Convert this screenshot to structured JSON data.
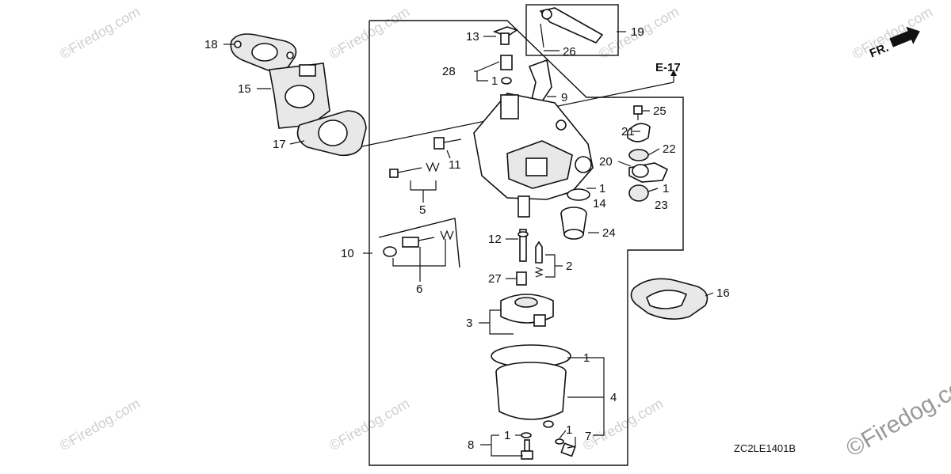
{
  "diagram": {
    "code": "ZC2LE1401B",
    "reference": "E-17",
    "direction_label": "FR.",
    "watermark": "©Firedog.com",
    "corner_watermark": "©Firedog.com",
    "callouts": {
      "c1": "1",
      "c2": "2",
      "c3": "3",
      "c4": "4",
      "c5": "5",
      "c6": "6",
      "c7": "7",
      "c8": "8",
      "c9": "9",
      "c10": "10",
      "c11": "11",
      "c12": "12",
      "c13": "13",
      "c14": "14",
      "c15": "15",
      "c16": "16",
      "c17": "17",
      "c18": "18",
      "c19": "19",
      "c20": "20",
      "c21": "21",
      "c22": "22",
      "c23": "23",
      "c24": "24",
      "c25": "25",
      "c26": "26",
      "c27": "27",
      "c28": "28"
    }
  }
}
